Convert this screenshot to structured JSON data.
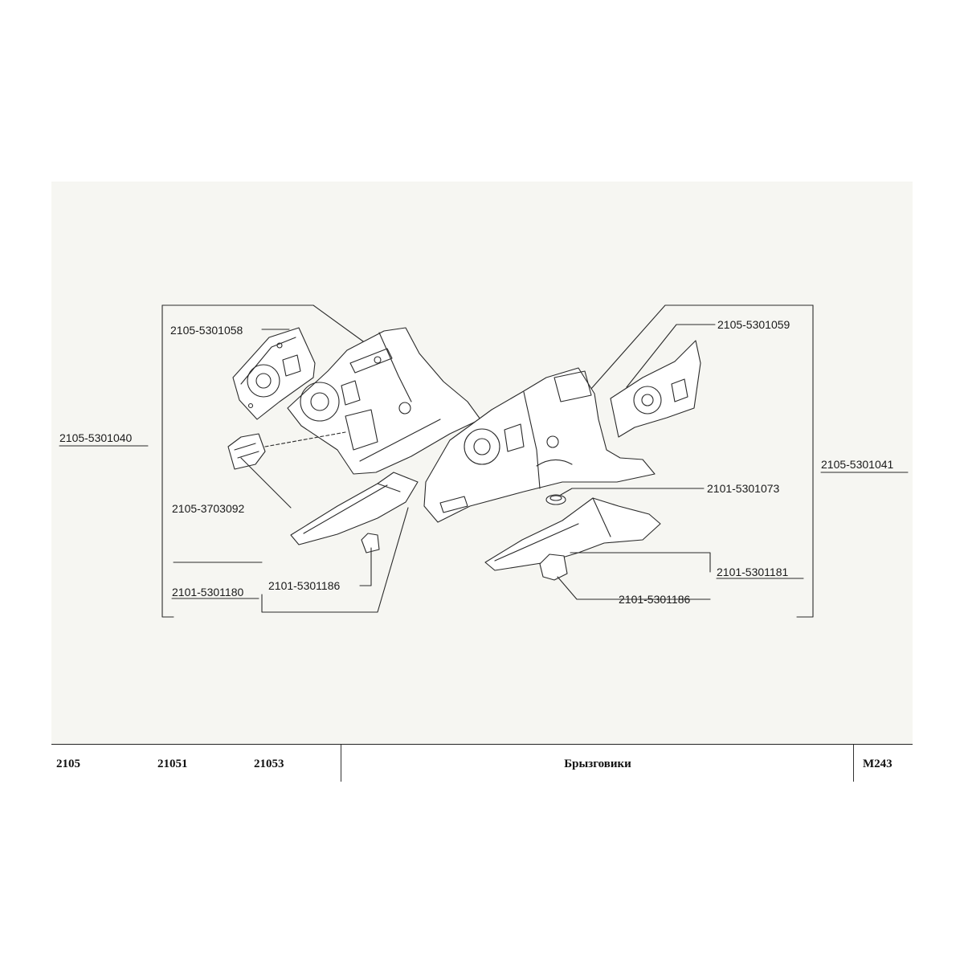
{
  "diagram": {
    "labels": {
      "assembly_left": "2105-5301040",
      "assembly_right": "2105-5301041",
      "panel_left": "2105-5301058",
      "panel_right": "2105-5301059",
      "bracket": "2105-3703092",
      "rail_left": "2101-5301180",
      "rail_right": "2101-5301181",
      "cap": "2101-5301073",
      "mount_left": "2101-5301186",
      "mount_right": "2101-5301186"
    }
  },
  "footer": {
    "models": [
      "2105",
      "21051",
      "21053"
    ],
    "title": "Брызговики",
    "page_code": "М243"
  }
}
